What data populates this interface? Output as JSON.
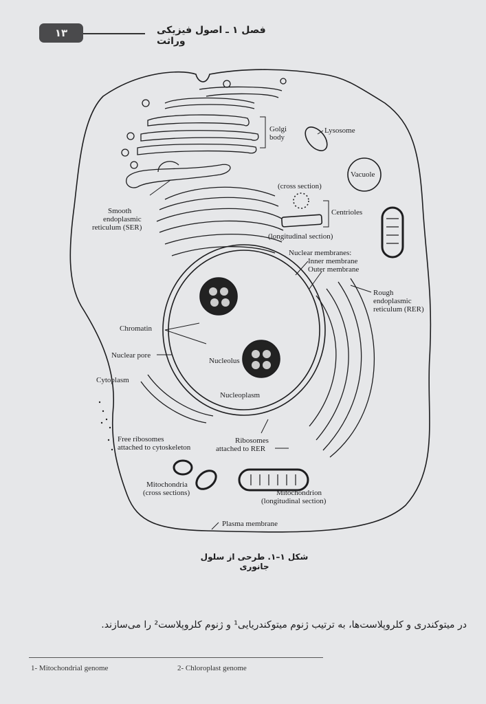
{
  "header": {
    "page_number": "۱۳",
    "chapter_title": "فصل ۱ ـ اصول فیزیکی وراثت"
  },
  "figure": {
    "labels": {
      "golgi": [
        "Golgi",
        "body"
      ],
      "lysosome": "Lysosome",
      "vacuole": "Vacuole",
      "cross_section": "(cross section)",
      "centrioles": "Centrioles",
      "longitudinal_section": "(longitudinal section)",
      "ser": [
        "Smooth",
        "endoplasmic",
        "reticulum (SER)"
      ],
      "nuclear_membranes": [
        "Nuclear membranes:",
        "Inner membrane",
        "Outer membrane"
      ],
      "rer": [
        "Rough",
        "endoplasmic",
        "reticulum (RER)"
      ],
      "chromatin": "Chromatin",
      "nuclear_pore": "Nuclear pore",
      "nucleolus": "Nucleolus",
      "cytoplasm": "Cytoplasm",
      "nucleoplasm": "Nucleoplasm",
      "free_ribosomes": [
        "Free ribosomes",
        "attached to cytoskeleton"
      ],
      "ribosomes_rer": [
        "Ribosomes",
        "attached to RER"
      ],
      "mitochondria_cross": [
        "Mitochondria",
        "(cross sections)"
      ],
      "mitochondrion_long": [
        "Mitochondrion",
        "(longitudinal section)"
      ],
      "plasma_membrane": "Plasma membrane"
    },
    "caption": "شکل ۱–۱. طرحی از سلول جانوری"
  },
  "body_text": "در میتوکندری و کلروپلاست‌ها، به ترتیب ژنوم میتوکندریایی¹ و ژنوم کلروپلاست² را می‌سازند.",
  "footnotes": [
    "1- Mitochondrial genome",
    "2- Chloroplast genome"
  ]
}
